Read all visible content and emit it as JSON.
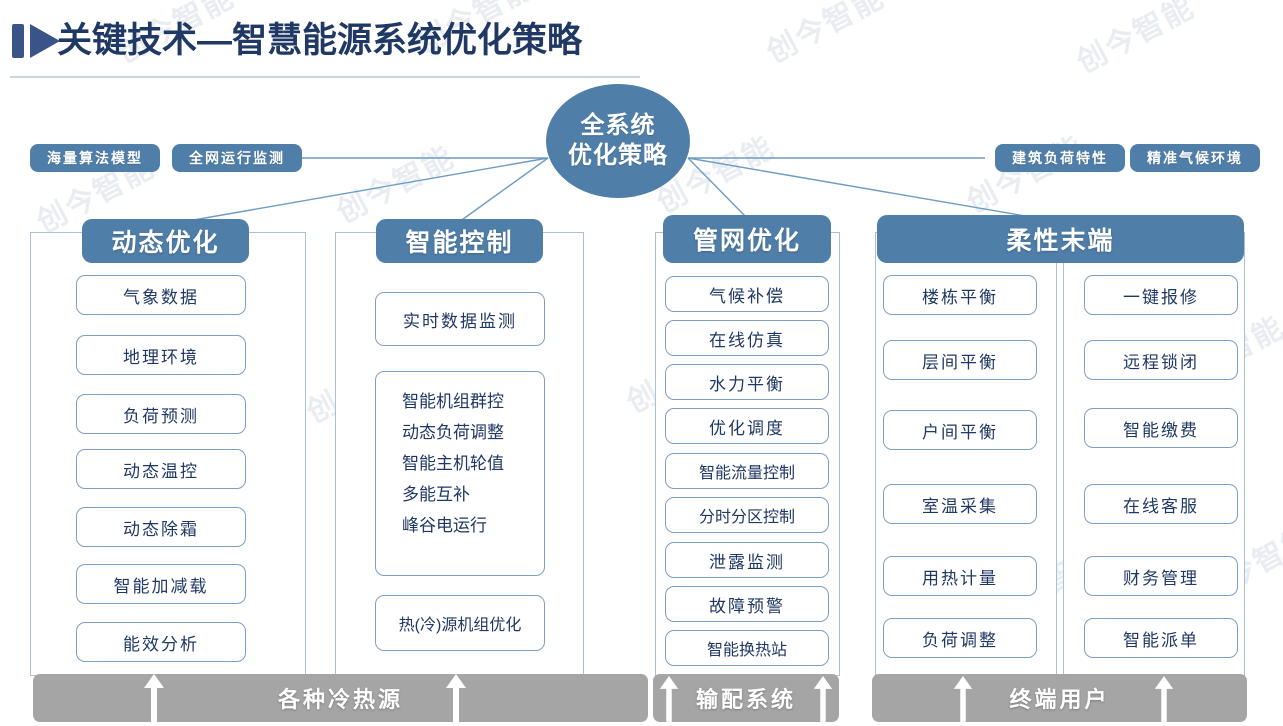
{
  "page": {
    "title": "关键技术—智慧能源系统优化策略",
    "title_icon": "play-bar-icon",
    "watermark_text": "创今智能",
    "accent_blue": "#4f7ea9",
    "title_navy": "#1f3864",
    "chip_border": "#7e9fc4",
    "chip_text": "#203864",
    "frame_border": "#a9c0d8",
    "bottom_bar_gray": "#a5a5a5"
  },
  "hub": {
    "line1": "全系统",
    "line2": "优化策略"
  },
  "inputs_left": [
    {
      "label": "海量算法模型"
    },
    {
      "label": "全网运行监测"
    }
  ],
  "inputs_right": [
    {
      "label": "建筑负荷特性"
    },
    {
      "label": "精准气候环境"
    }
  ],
  "columns": [
    {
      "id": "dynamic-optimization",
      "head": "动态优化",
      "items": [
        {
          "label": "气象数据"
        },
        {
          "label": "地理环境"
        },
        {
          "label": "负荷预测"
        },
        {
          "label": "动态温控"
        },
        {
          "label": "动态除霜"
        },
        {
          "label": "智能加减载"
        },
        {
          "label": "能效分析"
        }
      ]
    },
    {
      "id": "intelligent-control",
      "head": "智能控制",
      "items": [
        {
          "label": "实时数据监测"
        },
        {
          "label": "智能机组群控\n动态负荷调整\n智能主机轮值\n多能互补\n峰谷电运行",
          "multiline": true
        },
        {
          "label": "热(冷)源机组优化"
        }
      ]
    },
    {
      "id": "pipe-network-optimization",
      "head": "管网优化",
      "items": [
        {
          "label": "气候补偿"
        },
        {
          "label": "在线仿真"
        },
        {
          "label": "水力平衡"
        },
        {
          "label": "优化调度"
        },
        {
          "label": "智能流量控制"
        },
        {
          "label": "分时分区控制"
        },
        {
          "label": "泄露监测"
        },
        {
          "label": "故障预警"
        },
        {
          "label": "智能换热站"
        }
      ]
    },
    {
      "id": "flexible-terminal",
      "head": "柔性末端",
      "items_left": [
        {
          "label": "楼栋平衡"
        },
        {
          "label": "层间平衡"
        },
        {
          "label": "户间平衡"
        },
        {
          "label": "室温采集"
        },
        {
          "label": "用热计量"
        },
        {
          "label": "负荷调整"
        }
      ],
      "items_right": [
        {
          "label": "一键报修"
        },
        {
          "label": "远程锁闭"
        },
        {
          "label": "智能缴费"
        },
        {
          "label": "在线客服"
        },
        {
          "label": "财务管理"
        },
        {
          "label": "智能派单"
        }
      ]
    }
  ],
  "bottom_bars": [
    {
      "id": "cold-heat-sources",
      "label": "各种冷热源"
    },
    {
      "id": "distribution-system",
      "label": "输配系统"
    },
    {
      "id": "end-users",
      "label": "终端用户"
    }
  ]
}
